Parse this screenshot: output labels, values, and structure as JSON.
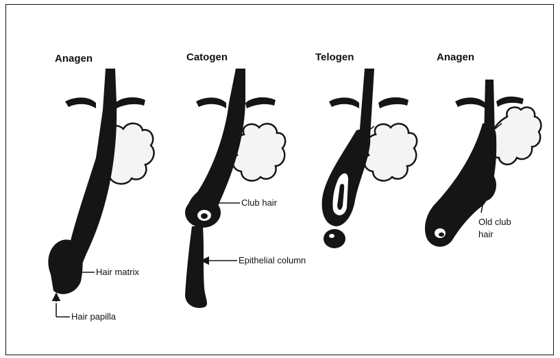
{
  "stages": [
    {
      "title": "Anagen"
    },
    {
      "title": "Catogen"
    },
    {
      "title": "Telogen"
    },
    {
      "title": "Anagen"
    }
  ],
  "callouts": {
    "hair_matrix": "Hair matrix",
    "hair_papilla": "Hair papilla",
    "club_hair": "Club hair",
    "epithelial_column": "Epithelial column",
    "old_club_hair_line1": "Old club",
    "old_club_hair_line2": "hair"
  }
}
